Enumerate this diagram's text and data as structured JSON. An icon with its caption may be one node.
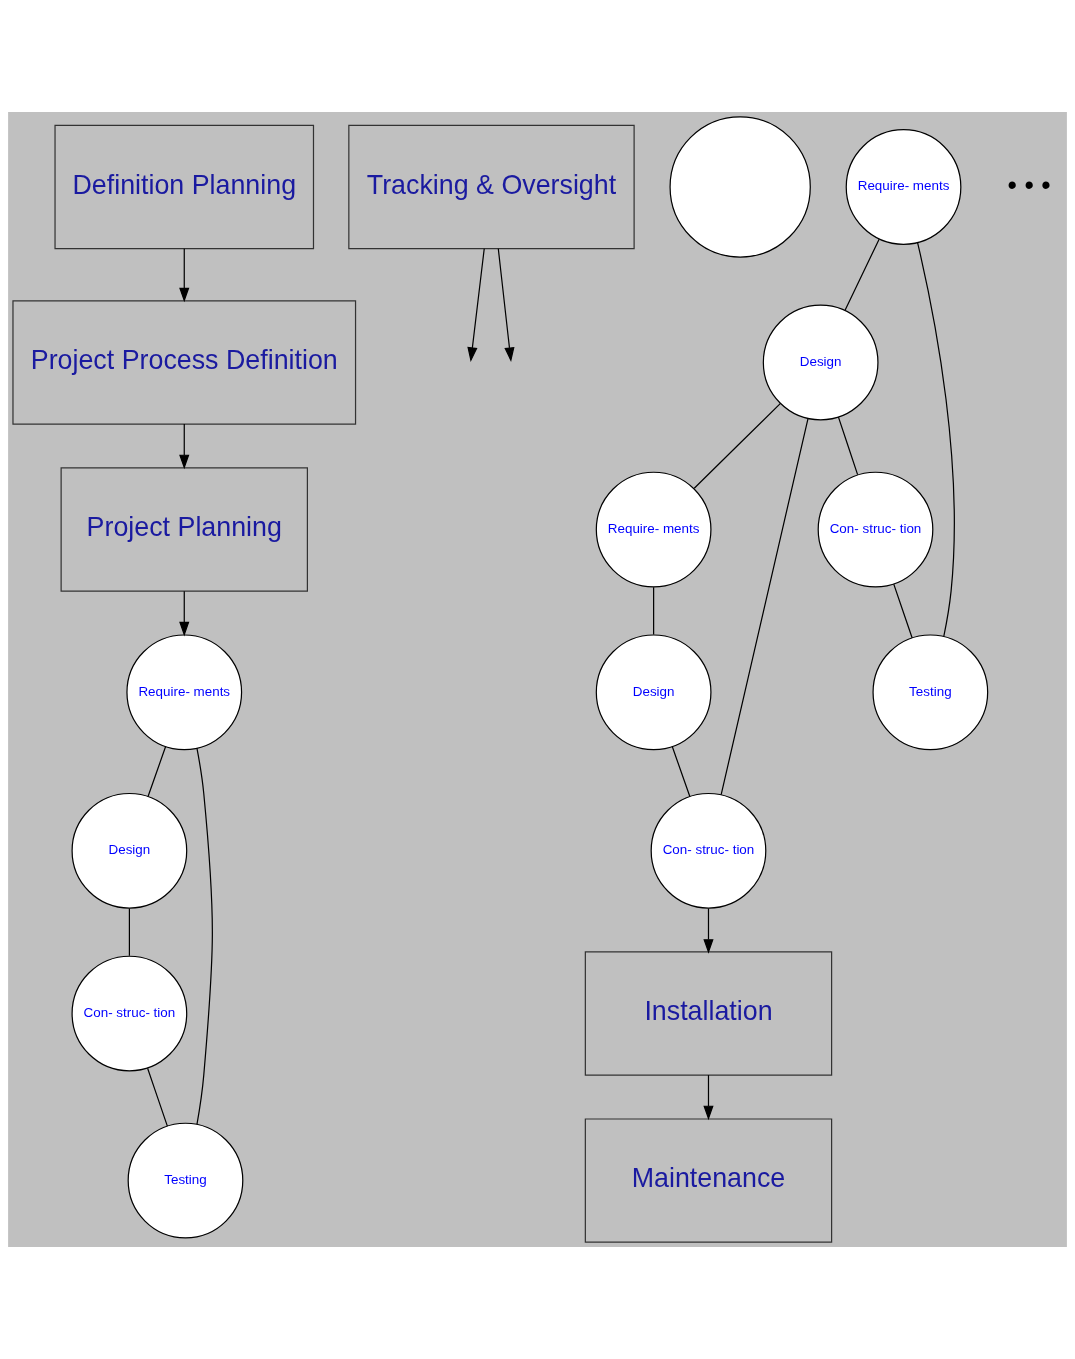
{
  "diagram": {
    "nodes": [
      {
        "text": [
          "Definition Planning"
        ]
      },
      {
        "text": [
          "Project Process Definition"
        ]
      },
      {
        "text": [
          "Project Planning"
        ]
      },
      {
        "text": [
          "Tracking & Oversight"
        ]
      },
      {
        "text": [
          "Require- ments"
        ]
      },
      {
        "text": [
          "Testing"
        ]
      },
      {
        "text": [
          "Design"
        ]
      },
      {
        "text": [
          "Con- struc- tion"
        ]
      },
      {
        "text": [],
        "shape": "circle"
      },
      {
        "text": [
          "Require- ments"
        ]
      },
      {
        "text": [
          "Testing"
        ]
      },
      {
        "text": [
          "Design"
        ]
      },
      {
        "text": [
          "Con- struc- tion"
        ]
      },
      {
        "text": [
          "Require- ments"
        ]
      },
      {
        "text": [
          "Design"
        ]
      },
      {
        "text": [
          "Con- struc- tion"
        ]
      },
      {
        "text": [
          "Installation"
        ]
      },
      {
        "text": [
          "Maintenance"
        ]
      }
    ],
    "edges": [
      {
        "from": 0,
        "to": 1,
        "arrow": "to"
      },
      {
        "from": 1,
        "to": 2,
        "arrow": "to"
      },
      {
        "from": 2,
        "to": 4,
        "arrow": "to"
      },
      {
        "from": 3,
        "to": null,
        "arrow": "to"
      },
      {
        "from": 3,
        "to": null,
        "arrow": "to"
      },
      {
        "from": 4,
        "to": 6,
        "arrow": "none"
      },
      {
        "from": 6,
        "to": 7,
        "arrow": "none"
      },
      {
        "from": 7,
        "to": 5,
        "arrow": "none"
      },
      {
        "from": 5,
        "to": 4,
        "arrow": "none"
      },
      {
        "from": 9,
        "to": 11,
        "arrow": "none"
      },
      {
        "from": 11,
        "to": 12,
        "arrow": "none"
      },
      {
        "from": 12,
        "to": 10,
        "arrow": "none"
      },
      {
        "from": 10,
        "to": 9,
        "arrow": "none"
      },
      {
        "from": 13,
        "to": 14,
        "arrow": "none"
      },
      {
        "from": 14,
        "to": 15,
        "arrow": "none"
      },
      {
        "from": 15,
        "to": 11,
        "arrow": "none"
      },
      {
        "from": 11,
        "to": 13,
        "arrow": "none"
      },
      {
        "from": 15,
        "to": 16,
        "arrow": "to"
      },
      {
        "from": 16,
        "to": 17,
        "arrow": "to"
      }
    ],
    "labels": [
      "• • •"
    ]
  }
}
